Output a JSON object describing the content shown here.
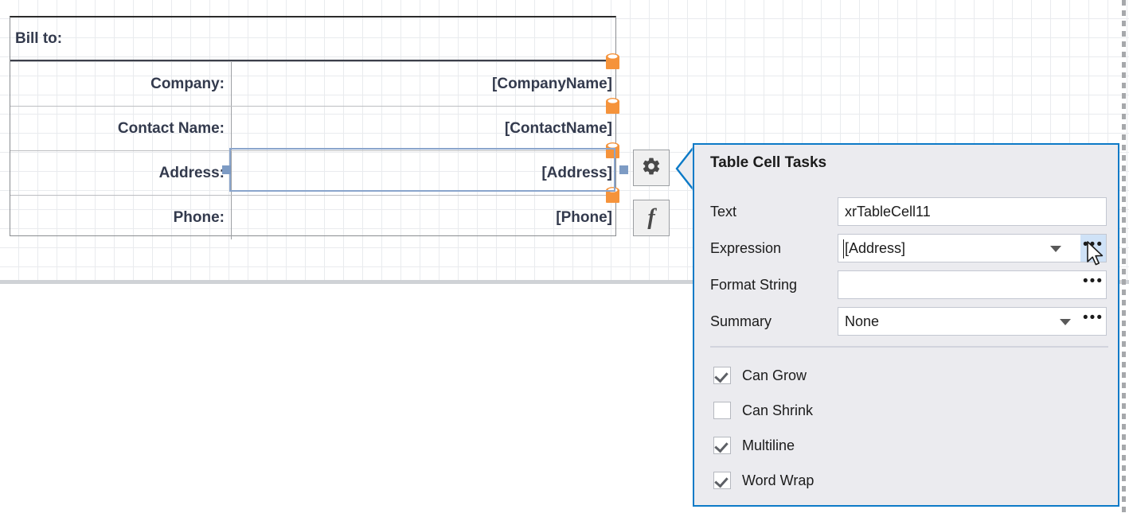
{
  "designer": {
    "table": {
      "header_label": "Bill to:",
      "rows": [
        {
          "label": "Company:",
          "value": "[CompanyName]",
          "bound": true,
          "selected": false
        },
        {
          "label": "Contact Name:",
          "value": "[ContactName]",
          "bound": true,
          "selected": false
        },
        {
          "label": "Address:",
          "value": "[Address]",
          "bound": true,
          "selected": true
        },
        {
          "label": "Phone:",
          "value": "[Phone]",
          "bound": true,
          "selected": false
        }
      ],
      "badge_icon": "database-cylinder-icon"
    },
    "smart_buttons": [
      {
        "name": "gear-icon",
        "tooltip": "Table Cell Tasks"
      },
      {
        "name": "function-icon",
        "glyph": "f"
      }
    ]
  },
  "panel": {
    "title": "Table Cell Tasks",
    "fields": [
      {
        "label": "Text",
        "value": "xrTableCell11",
        "type": "textbox",
        "has_dropdown": false,
        "has_ellipsis": false,
        "ellipsis_hot": false
      },
      {
        "label": "Expression",
        "value": "[Address]",
        "type": "combobox",
        "has_dropdown": true,
        "has_ellipsis": true,
        "ellipsis_hot": true
      },
      {
        "label": "Format String",
        "value": "",
        "type": "textbox",
        "has_dropdown": false,
        "has_ellipsis": true,
        "ellipsis_hot": false
      },
      {
        "label": "Summary",
        "value": "None",
        "type": "combobox",
        "has_dropdown": true,
        "has_ellipsis": true,
        "ellipsis_hot": false
      }
    ],
    "ellipsis_label": "•••",
    "checkboxes": [
      {
        "label": "Can Grow",
        "checked": true
      },
      {
        "label": "Can Shrink",
        "checked": false
      },
      {
        "label": "Multiline",
        "checked": true
      },
      {
        "label": "Word Wrap",
        "checked": true
      }
    ]
  },
  "colors": {
    "panel_border": "#0c7ac7",
    "panel_bg": "#ebebef",
    "selection": "#8aa5cc",
    "data_badge": "#f5933b",
    "hot_button": "#cfe2f7",
    "text": "#1b1b1b",
    "report_text": "#333a4d"
  }
}
